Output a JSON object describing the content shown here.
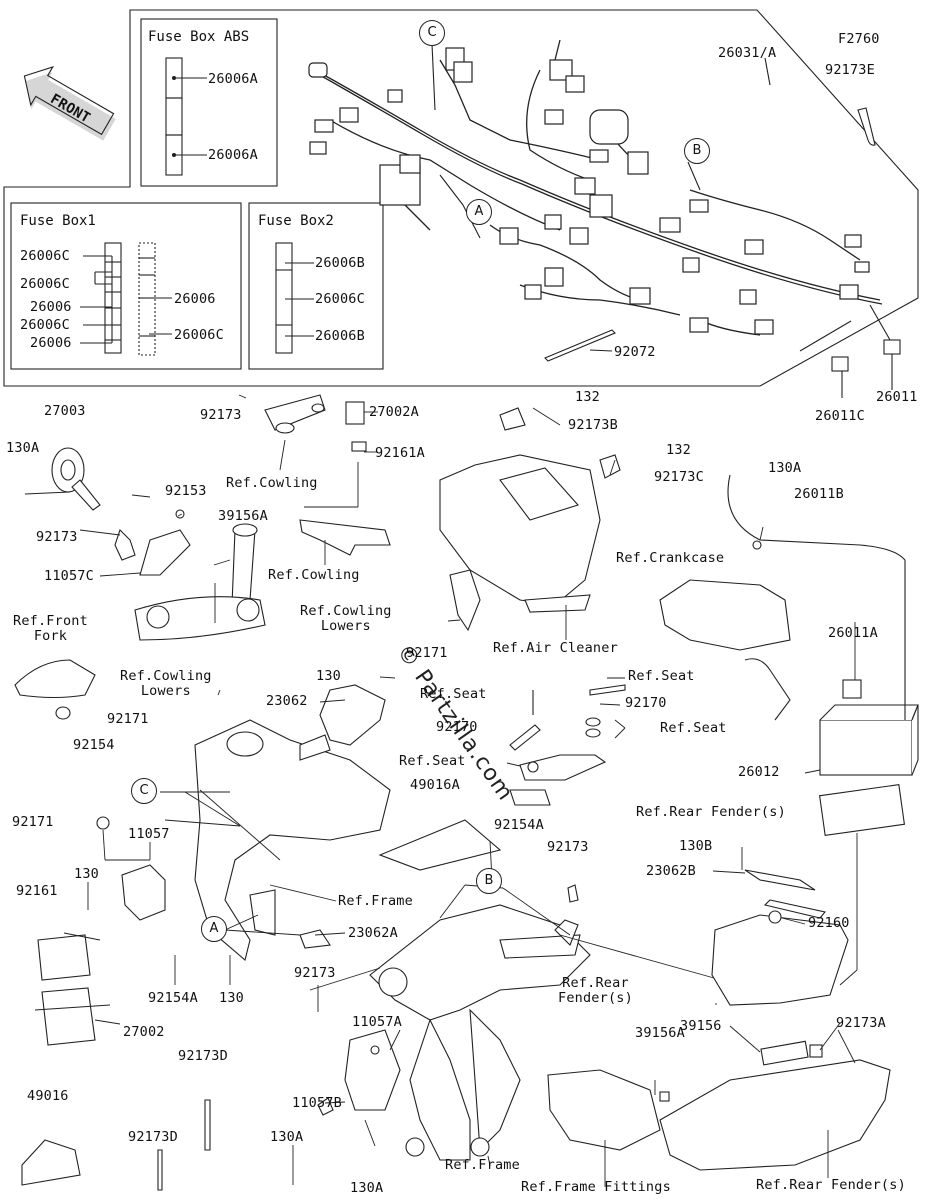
{
  "diagram_code": "F2760",
  "watermark": "© Partzilla.com",
  "front_arrow": "FRONT",
  "fuse_boxes": {
    "abs": {
      "title": "Fuse Box ABS",
      "items": [
        "26006A",
        "26006A"
      ]
    },
    "box1": {
      "title": "Fuse Box1",
      "left_items": [
        "26006C",
        "26006C",
        "26006",
        "26006C",
        "26006"
      ],
      "right_items": [
        "26006",
        "26006C"
      ]
    },
    "box2": {
      "title": "Fuse Box2",
      "items": [
        "26006B",
        "26006C",
        "26006B"
      ]
    }
  },
  "callouts": {
    "A": "A",
    "B": "B",
    "C": "C"
  },
  "labels": {
    "p26031A": "26031/A",
    "p92173E": "92173E",
    "p92072": "92072",
    "p26011": "26011",
    "p26011C": "26011C",
    "p27003": "27003",
    "p130A_1": "130A",
    "p92173_1": "92173",
    "p92153": "92153",
    "p39156A_1": "39156A",
    "p11057C": "11057C",
    "ref_front_fork": "Ref.Front\nFork",
    "p92173_2": "92173",
    "ref_cowling_1": "Ref.Cowling",
    "p27002A": "27002A",
    "p92161A": "92161A",
    "ref_cowling_2": "Ref.Cowling",
    "ref_cowling_lowers_1": "Ref.Cowling\nLowers",
    "ref_cowling_lowers_2": "Ref.Cowling\nLowers",
    "p92171_1": "92171",
    "p92171_2": "92171",
    "p132_1": "132",
    "p92173B": "92173B",
    "p132_2": "132",
    "p92173C": "92173C",
    "ref_air_cleaner": "Ref.Air Cleaner",
    "p130A_2": "130A",
    "p26011B": "26011B",
    "ref_crankcase": "Ref.Crankcase",
    "p26011A": "26011A",
    "p130_1": "130",
    "p23062": "23062",
    "ref_seat_1": "Ref.Seat",
    "ref_seat_2": "Ref.Seat",
    "p92170_1": "92170",
    "p92170_2": "92170",
    "ref_seat_3": "Ref.Seat",
    "ref_seat_4": "Ref.Seat",
    "p26012": "26012",
    "p92154": "92154",
    "p49016A": "49016A",
    "ref_rear_fender_1": "Ref.Rear Fender(s)",
    "p92171_3": "92171",
    "p11057": "11057",
    "p130_2": "130",
    "p92154A_1": "92154A",
    "p92173_3": "92173",
    "p130B": "130B",
    "p23062B": "23062B",
    "p92161": "92161",
    "ref_frame_1": "Ref.Frame",
    "p92160": "92160",
    "p23062A": "23062A",
    "p92154A_2": "92154A",
    "p130_3": "130",
    "p92173_4": "92173",
    "ref_rear_fender_2": "Ref.Rear\nFender(s)",
    "p27002": "27002",
    "p11057A": "11057A",
    "p39156A_2": "39156A",
    "p39156": "39156",
    "p92173A": "92173A",
    "p92173D_1": "92173D",
    "p49016": "49016",
    "p11057B": "11057B",
    "p92173D_2": "92173D",
    "p130A_3": "130A",
    "p130A_4": "130A",
    "ref_frame_2": "Ref.Frame",
    "ref_frame_fittings": "Ref.Frame Fittings",
    "ref_rear_fender_3": "Ref.Rear Fender(s)"
  }
}
